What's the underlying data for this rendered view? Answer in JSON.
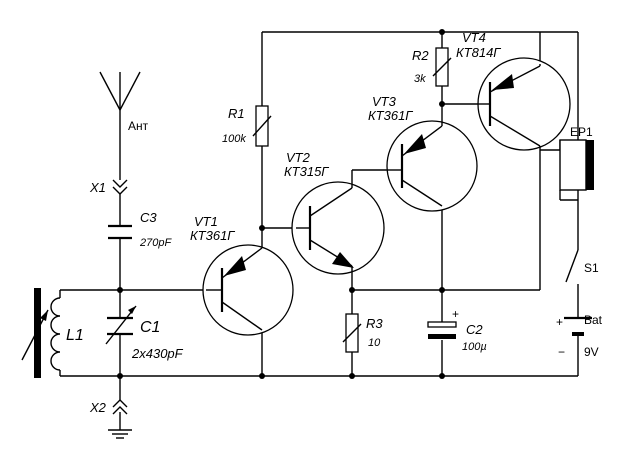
{
  "antenna": {
    "label": "Ант"
  },
  "connectors": {
    "x1": "X1",
    "x2": "X2"
  },
  "components": {
    "c3": {
      "ref": "C3",
      "value": "270pF"
    },
    "c1": {
      "ref": "C1",
      "value": "2x430pF"
    },
    "l1": {
      "ref": "L1"
    },
    "r1": {
      "ref": "R1",
      "value": "100k"
    },
    "r2": {
      "ref": "R2",
      "value": "3k"
    },
    "r3": {
      "ref": "R3",
      "value": "10"
    },
    "c2": {
      "ref": "C2",
      "value": "100µ",
      "polarity": "+"
    },
    "vt1": {
      "ref": "VT1",
      "part": "КТ361Г"
    },
    "vt2": {
      "ref": "VT2",
      "part": "КТ315Г"
    },
    "vt3": {
      "ref": "VT3",
      "part": "КТ361Г"
    },
    "vt4": {
      "ref": "VT4",
      "part": "КТ814Г"
    },
    "ep1": {
      "ref": "EP1"
    },
    "s1": {
      "ref": "S1"
    },
    "bat": {
      "ref": "Bat",
      "value": "9V",
      "plus": "+",
      "minus": "−"
    }
  }
}
